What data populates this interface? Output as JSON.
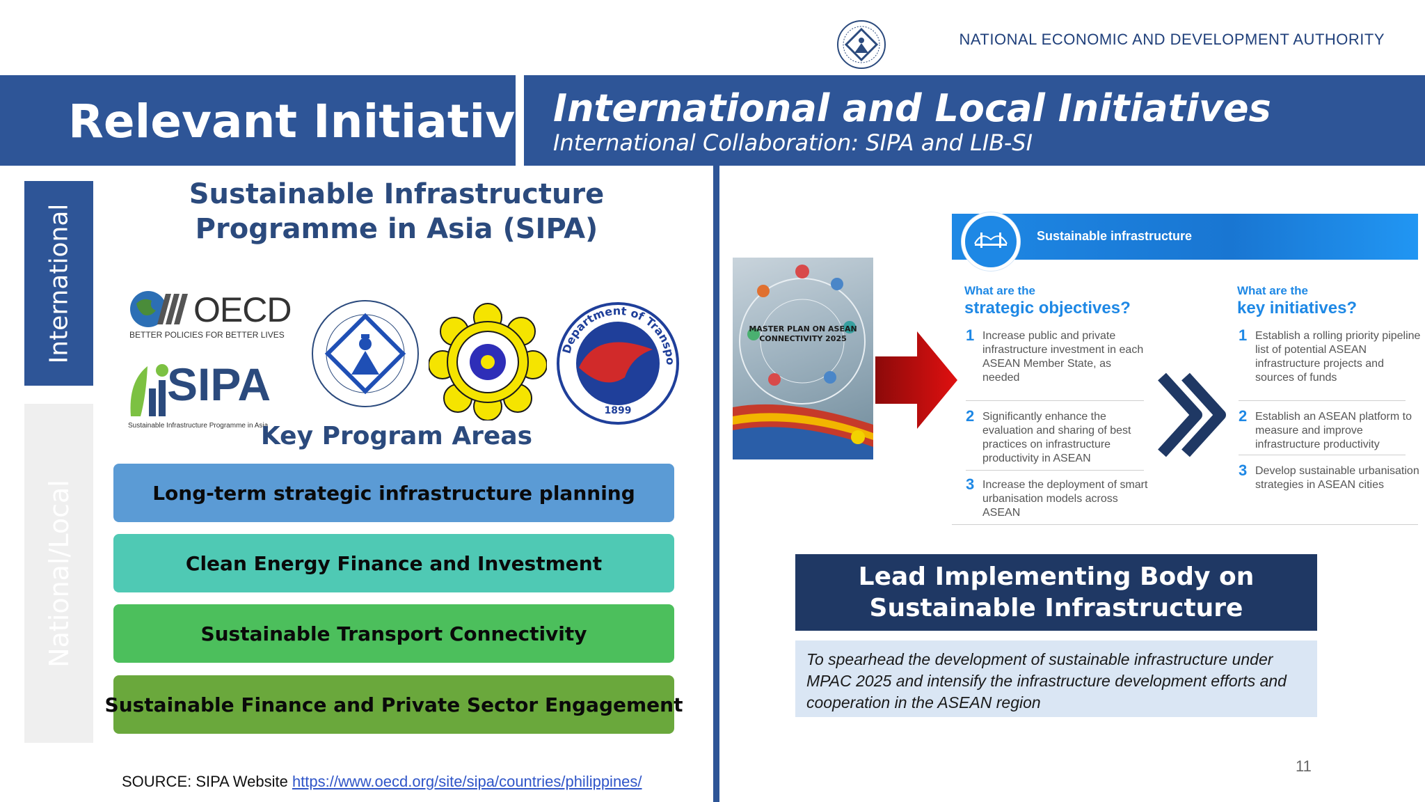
{
  "header": {
    "agency": "NATIONAL ECONOMIC AND DEVELOPMENT AUTHORITY"
  },
  "title_left": "Relevant Initiatives",
  "title_right": {
    "title": "International and Local Initiatives",
    "subtitle": "International Collaboration: SIPA and LIB-SI"
  },
  "side_tabs": {
    "international": "International",
    "national": "National/Local"
  },
  "sipa": {
    "title": "Sustainable Infrastructure Programme in Asia (SIPA)",
    "oecd_word": "OECD",
    "oecd_tagline": "BETTER POLICIES FOR BETTER LIVES",
    "sipa_word": "SIPA",
    "sipa_tagline": "Sustainable Infrastructure Programme in Asia",
    "dot_ring": "Department of Transportation",
    "dot_year": "1899"
  },
  "key_program_areas": {
    "title": "Key Program Areas",
    "items": [
      {
        "label": "Long-term strategic infrastructure planning",
        "color": "#5b9bd5"
      },
      {
        "label": "Clean Energy Finance and Investment",
        "color": "#4fc9b4"
      },
      {
        "label": "Sustainable Transport Connectivity",
        "color": "#4cbf5c"
      },
      {
        "label": "Sustainable Finance and Private Sector Engagement",
        "color": "#6aa83c"
      }
    ]
  },
  "source": {
    "prefix": "SOURCE: SIPA Website ",
    "link": "https://www.oecd.org/site/sipa/countries/philippines/"
  },
  "master_plan": {
    "title": "MASTER PLAN ON ASEAN CONNECTIVITY 2025"
  },
  "infographic": {
    "bar_label": "Sustainable infrastructure",
    "objectives": {
      "q_small": "What are the",
      "q_big": "strategic objectives?",
      "items": [
        {
          "n": "1",
          "text": "Increase public and private infrastructure investment in each ASEAN Member State, as needed"
        },
        {
          "n": "2",
          "text": "Significantly enhance the evaluation and sharing of best practices on infrastructure productivity in ASEAN"
        },
        {
          "n": "3",
          "text": "Increase the deployment of smart urbanisation models across ASEAN"
        }
      ]
    },
    "initiatives": {
      "q_small": "What are the",
      "q_big": "key initiatives?",
      "items": [
        {
          "n": "1",
          "text": "Establish a rolling priority pipeline list of potential ASEAN infrastructure projects and sources of funds"
        },
        {
          "n": "2",
          "text": "Establish an ASEAN platform to measure and improve infrastructure productivity"
        },
        {
          "n": "3",
          "text": "Develop sustainable urbanisation strategies in ASEAN cities"
        }
      ]
    }
  },
  "lead": {
    "title": "Lead Implementing Body on Sustainable Infrastructure",
    "description": "To spearhead the development of sustainable infrastructure under MPAC 2025 and intensify the infrastructure development efforts and cooperation in the ASEAN region"
  },
  "page_number": "11"
}
